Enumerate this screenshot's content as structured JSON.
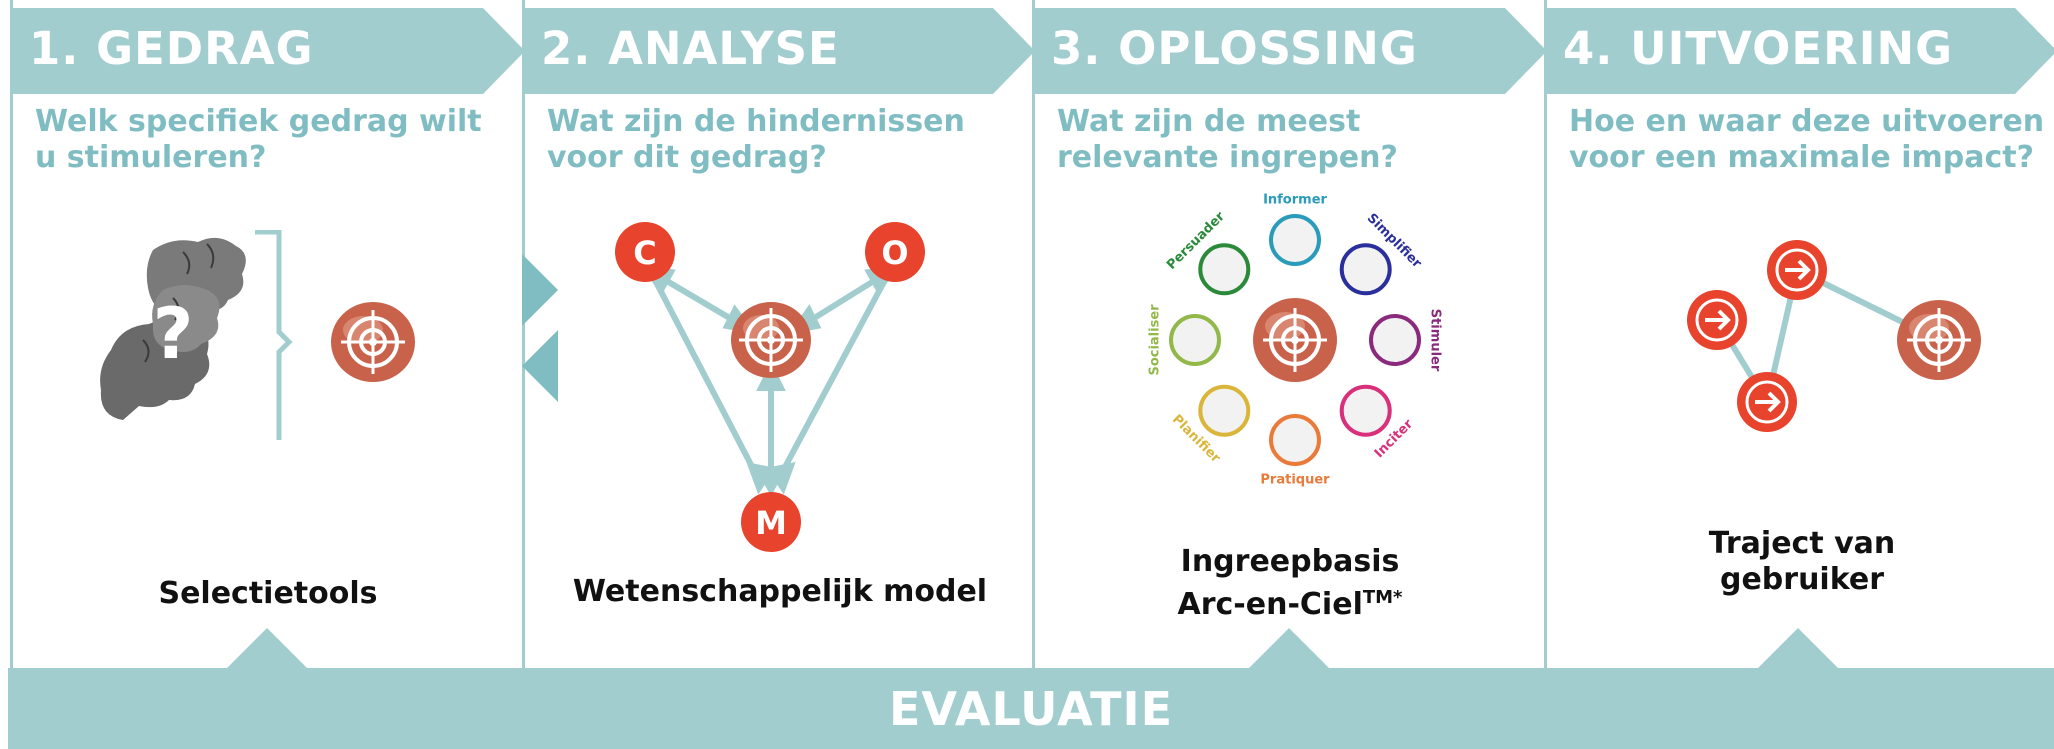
{
  "colors": {
    "teal": "#a2cdcf",
    "teal_text": "#7fbdc3",
    "red": "#e8432c",
    "ring_colors": {
      "Informer": "#2a9bb8",
      "Simplifier": "#2a2f9c",
      "Stimuler": "#8a2a7c",
      "Inciter": "#d8307a",
      "Pratiquer": "#ea7a3a",
      "Planifier": "#d9b63a",
      "Socialiser": "#92b84a",
      "Persuader": "#2a8a3a"
    }
  },
  "steps": [
    {
      "title": "1. GEDRAG",
      "question": "Welk specifiek gedrag wilt u stimuleren?",
      "caption": "Selectietools",
      "icon": "hands-question-icon"
    },
    {
      "title": "2. ANALYSE",
      "question": "Wat zijn de hindernissen voor dit gedrag?",
      "caption": "Wetenschappelijk model",
      "icon": "com-model-icon",
      "nodes": [
        "C",
        "O",
        "M"
      ]
    },
    {
      "title": "3. OPLOSSING",
      "question": "Wat zijn de meest relevante ingrepen?",
      "caption_line1": "Ingreepbasis",
      "caption_line2": "Arc-en-Ciel",
      "caption_sup": "TM*",
      "icon": "rainbow-wheel-icon",
      "rings": [
        "Informer",
        "Simplifier",
        "Stimuler",
        "Inciter",
        "Pratiquer",
        "Planifier",
        "Socialiser",
        "Persuader"
      ]
    },
    {
      "title": "4. UITVOERING",
      "question": "Hoe en waar deze uitvoeren voor een maximale impact?",
      "caption_line1": "Traject van",
      "caption_line2": "gebruiker",
      "icon": "user-journey-icon"
    }
  ],
  "footer": {
    "label": "EVALUATIE"
  }
}
